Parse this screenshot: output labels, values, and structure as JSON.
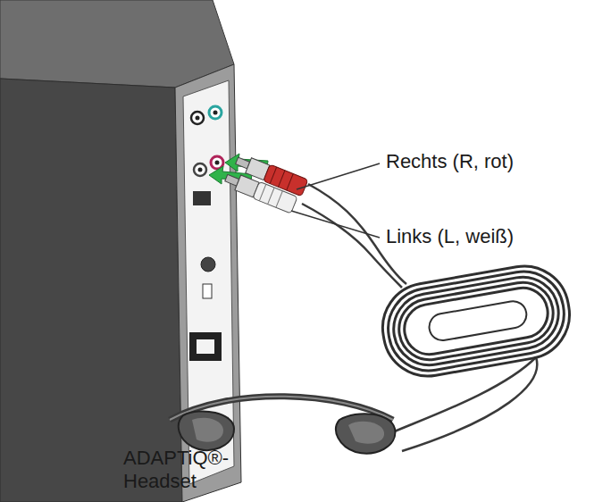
{
  "diagram": {
    "labels": [
      "Rechts (R, rot)",
      "Links (L, weiß)",
      "ADAPTiQ®- Headset"
    ]
  }
}
